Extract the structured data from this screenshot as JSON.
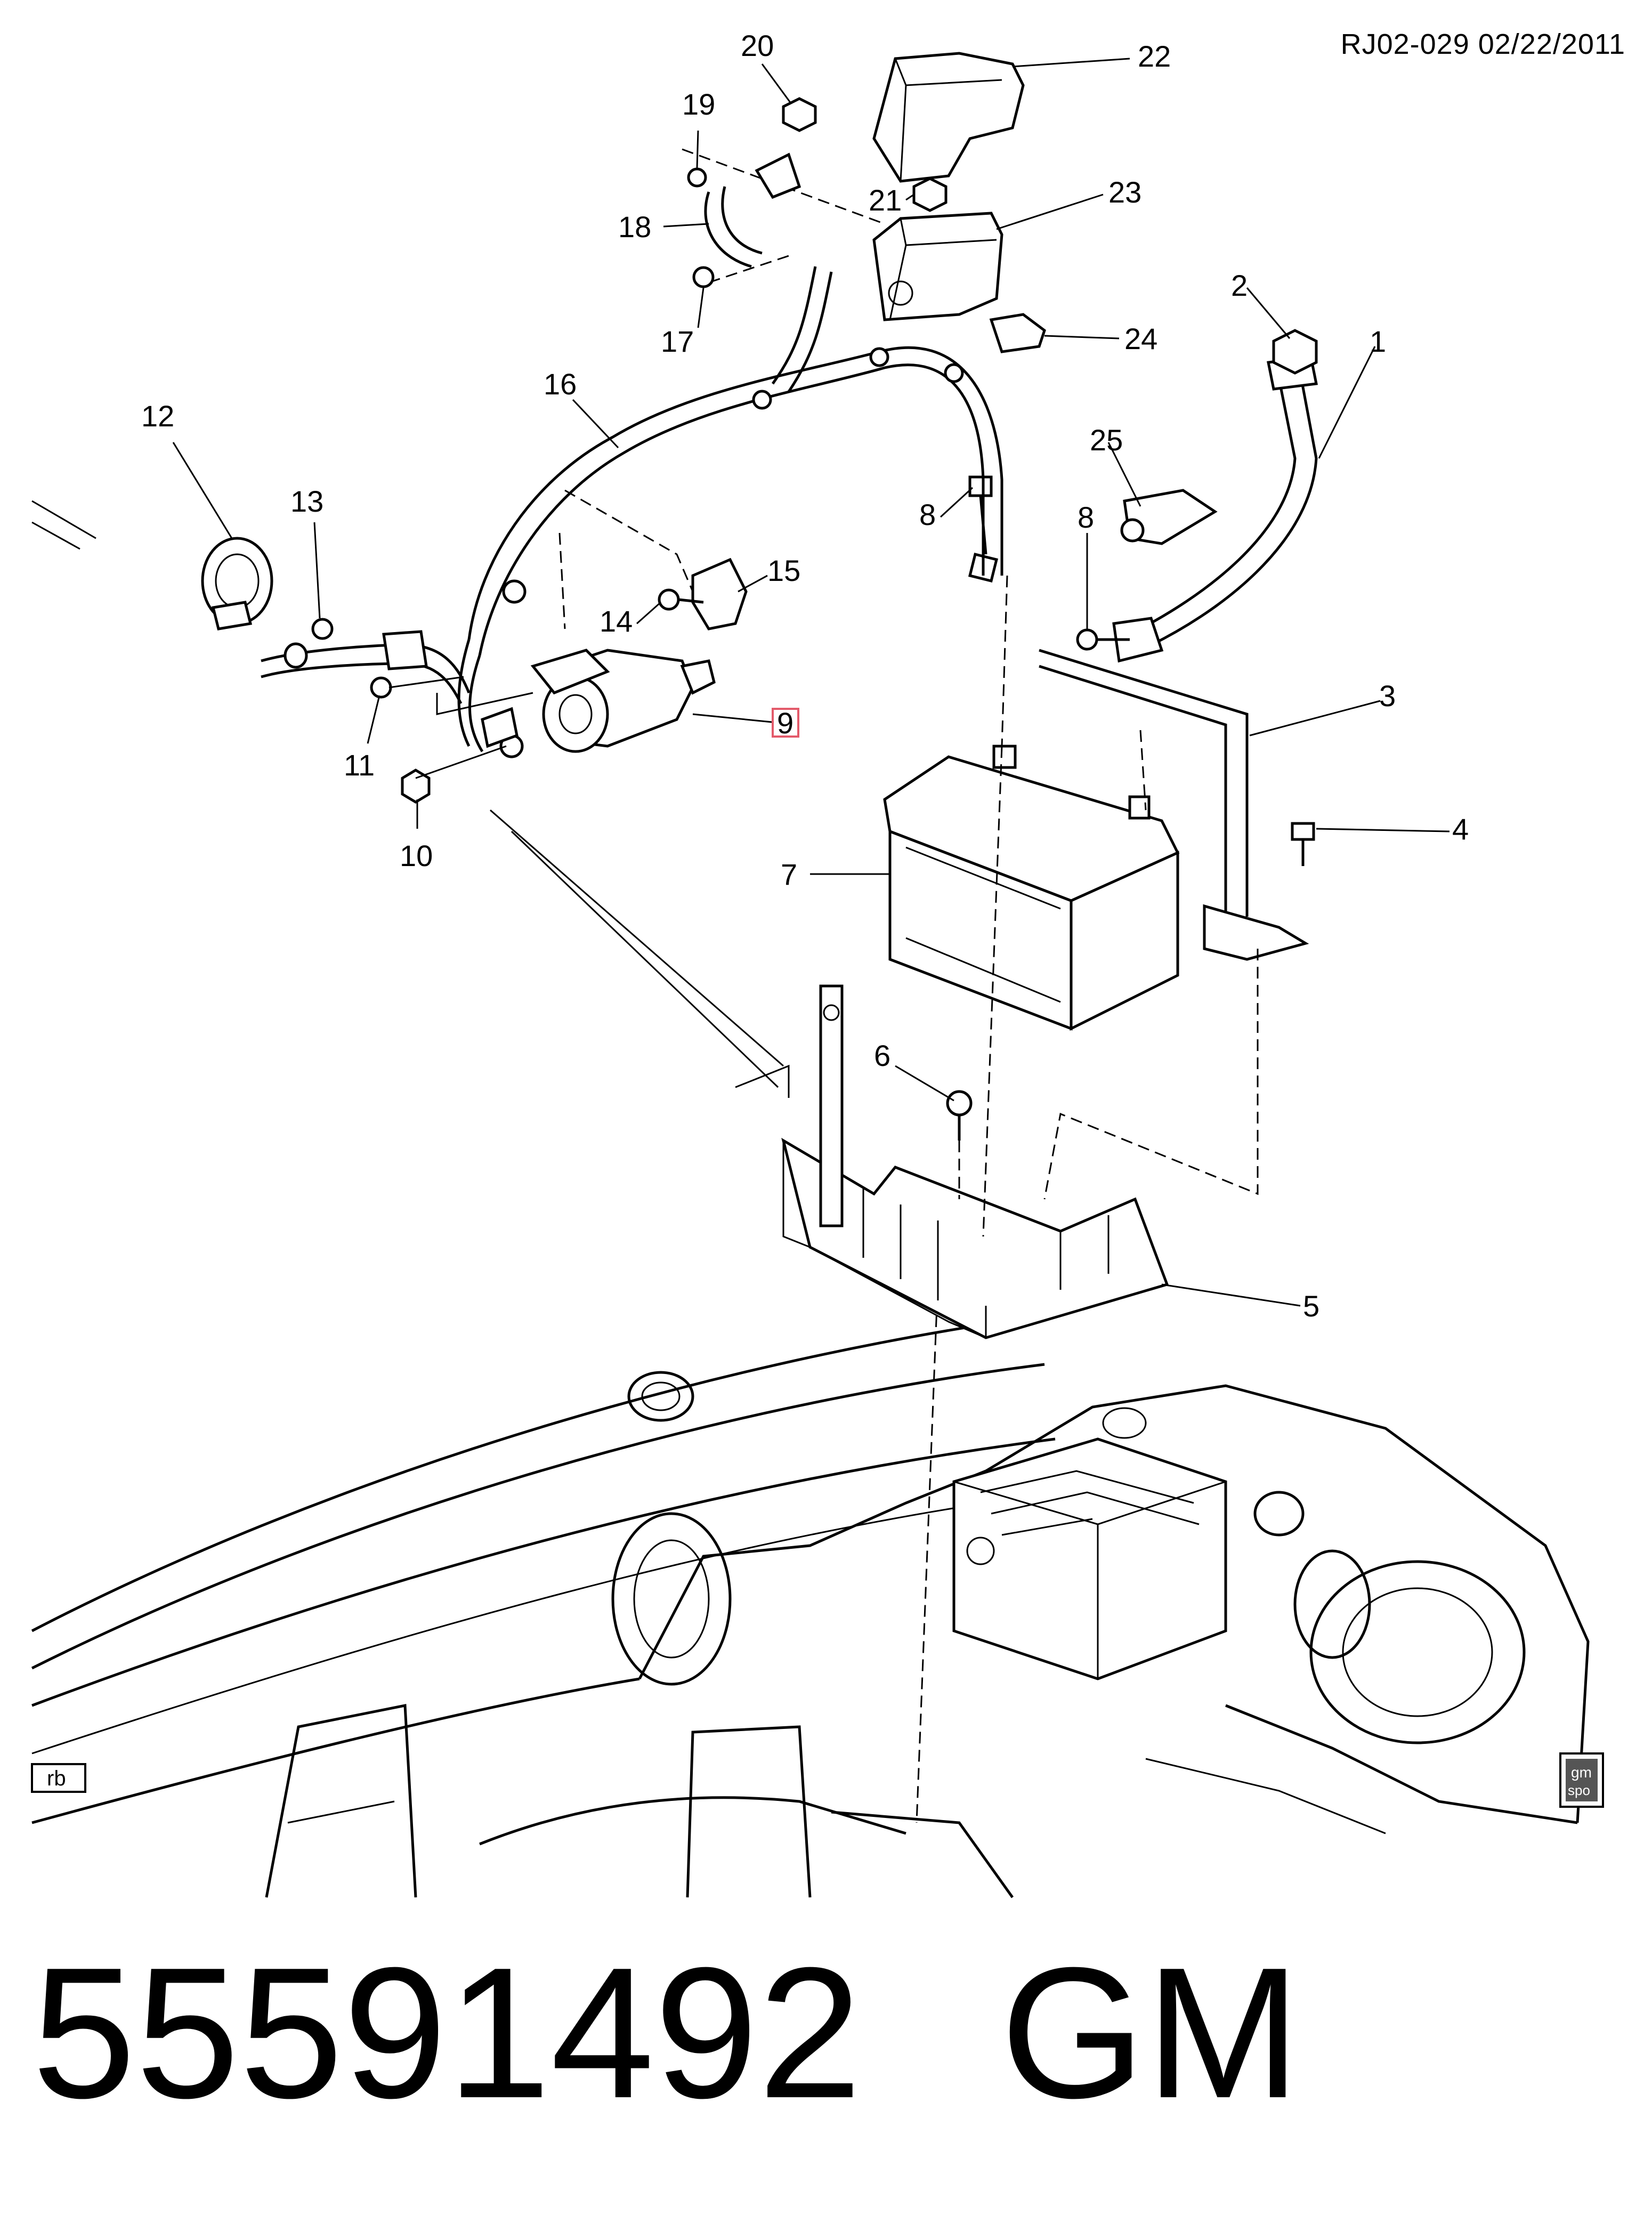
{
  "header": {
    "ref_code": "RJ02-029  02/22/2011"
  },
  "footer": {
    "part_number": "55591492",
    "brand": "GM"
  },
  "badges": {
    "rb": "rb",
    "gm_spo_top": "gm",
    "gm_spo_bottom": "spo"
  },
  "callouts": [
    {
      "id": "1",
      "label": "1"
    },
    {
      "id": "2",
      "label": "2"
    },
    {
      "id": "3",
      "label": "3"
    },
    {
      "id": "4",
      "label": "4"
    },
    {
      "id": "5",
      "label": "5"
    },
    {
      "id": "6",
      "label": "6"
    },
    {
      "id": "7",
      "label": "7"
    },
    {
      "id": "8a",
      "label": "8"
    },
    {
      "id": "8b",
      "label": "8"
    },
    {
      "id": "9",
      "label": "9"
    },
    {
      "id": "10",
      "label": "10"
    },
    {
      "id": "11",
      "label": "11"
    },
    {
      "id": "12",
      "label": "12"
    },
    {
      "id": "13",
      "label": "13"
    },
    {
      "id": "14",
      "label": "14"
    },
    {
      "id": "15",
      "label": "15"
    },
    {
      "id": "16",
      "label": "16"
    },
    {
      "id": "17",
      "label": "17"
    },
    {
      "id": "18",
      "label": "18"
    },
    {
      "id": "19",
      "label": "19"
    },
    {
      "id": "20",
      "label": "20"
    },
    {
      "id": "21",
      "label": "21"
    },
    {
      "id": "22",
      "label": "22"
    },
    {
      "id": "23",
      "label": "23"
    },
    {
      "id": "24",
      "label": "24"
    },
    {
      "id": "25",
      "label": "25"
    }
  ],
  "highlight": {
    "color": "#e35a6a",
    "callout": "9"
  }
}
